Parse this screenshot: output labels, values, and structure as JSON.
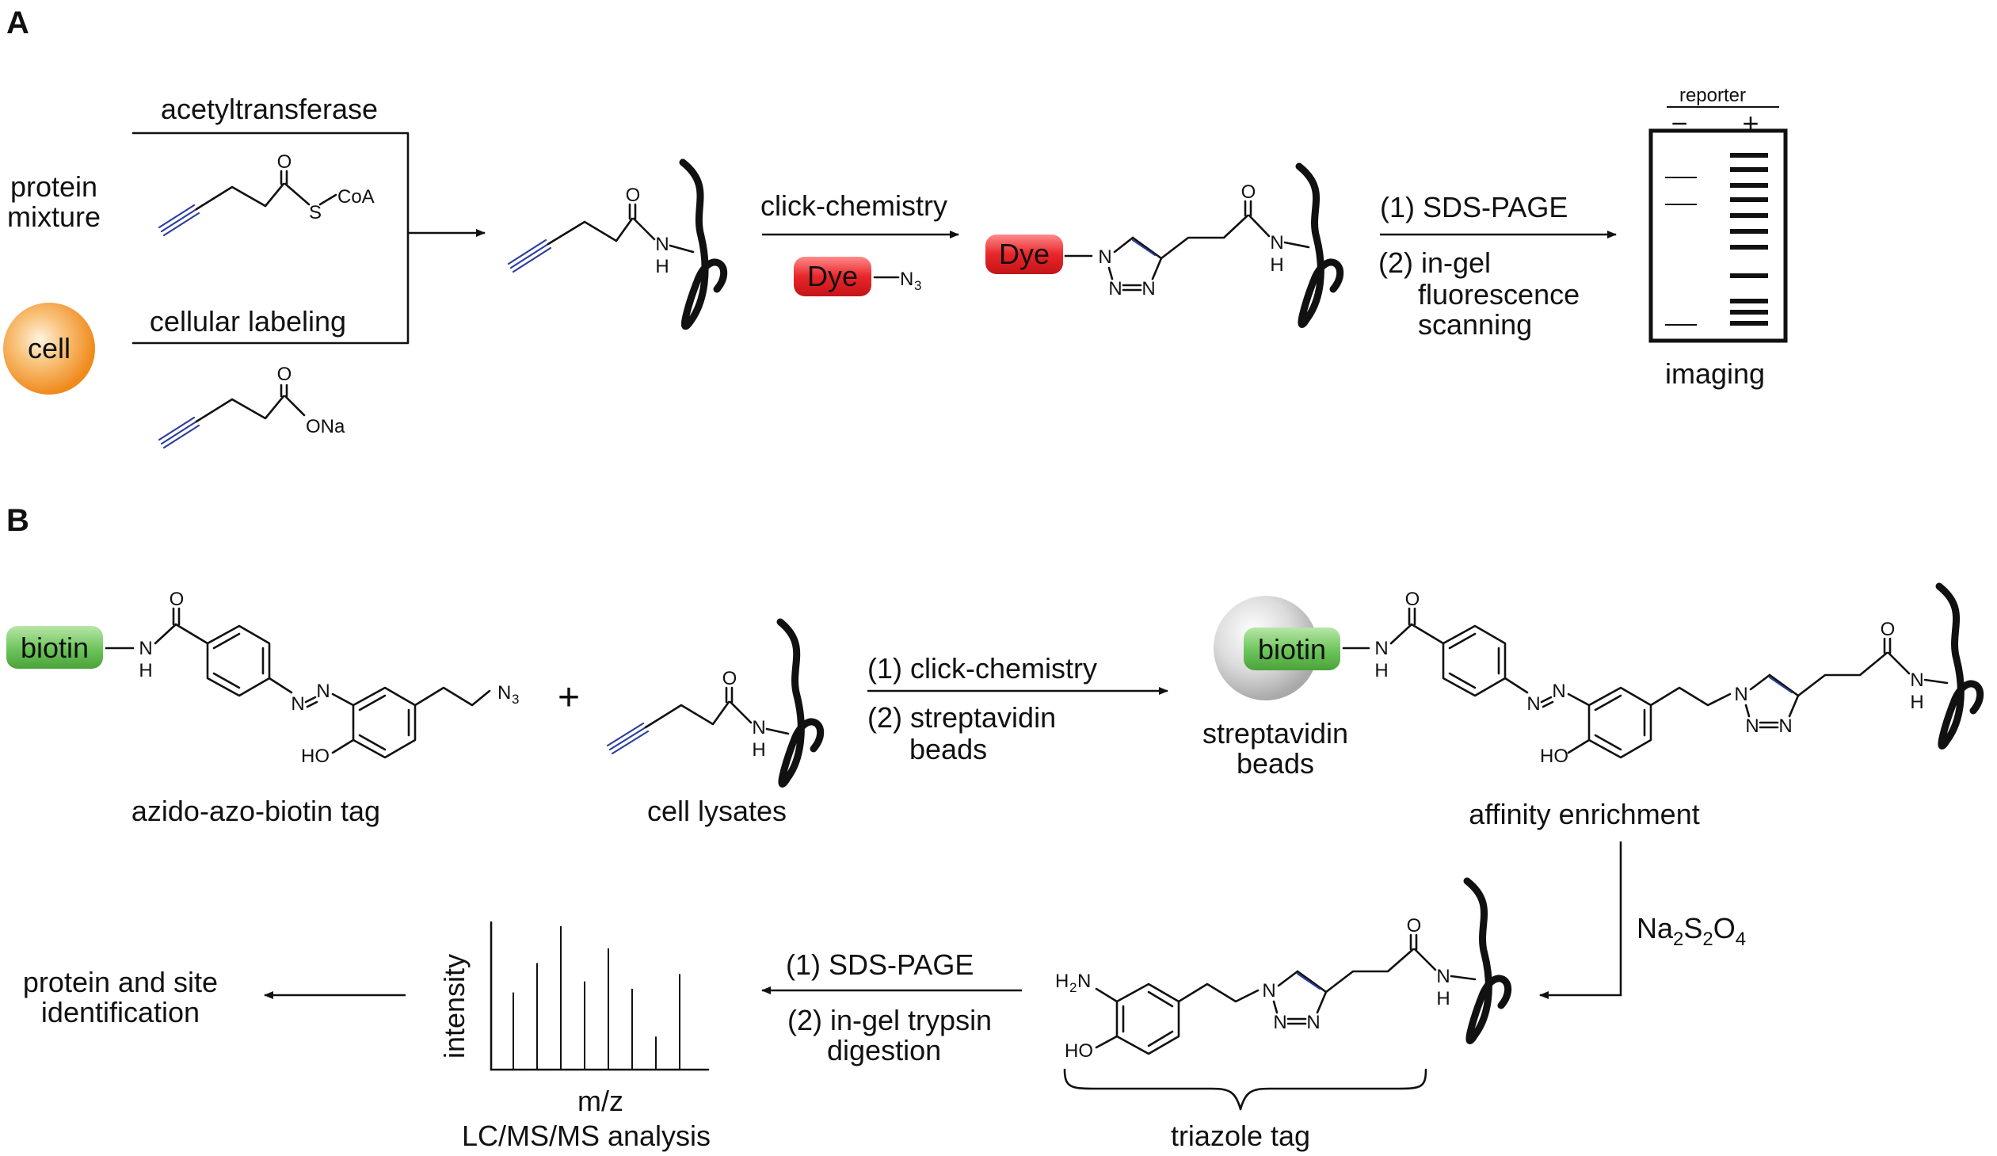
{
  "panel_a": {
    "label": "A",
    "protein_mixture": [
      "protein",
      "mixture"
    ],
    "cell": "cell",
    "acetyltransferase": "acetyltransferase",
    "cellular_labeling": "cellular labeling",
    "coa_atoms": {
      "o": "O",
      "s": "S",
      "coa": "CoA"
    },
    "ona_atoms": {
      "o": "O",
      "ona": "ONa"
    },
    "amide_atoms": {
      "o": "O",
      "n": "N",
      "h": "H"
    },
    "click_chemistry": "click-chemistry",
    "dye": "Dye",
    "n3": "N",
    "n3_sub": "3",
    "triazole_atoms": {
      "n1": "N",
      "n2": "N",
      "n3": "N",
      "o": "O",
      "n": "N",
      "h": "H"
    },
    "steps": [
      "(1) SDS-PAGE",
      "(2) in-gel",
      "fluorescence",
      "scanning"
    ],
    "gel": {
      "reporter": "reporter",
      "minus": "−",
      "plus": "+",
      "imaging": "imaging"
    }
  },
  "panel_b": {
    "label": "B",
    "biotin": "biotin",
    "tag_atoms": {
      "o": "O",
      "n": "N",
      "h": "H",
      "n_a": "N",
      "n_b": "N",
      "ho": "HO",
      "n3": "N",
      "n3_sub": "3"
    },
    "azido_azo_biotin_tag": "azido-azo-biotin tag",
    "plus": "+",
    "cell_lysates": "cell lysates",
    "lysate_atoms": {
      "o": "O",
      "n": "N",
      "h": "H"
    },
    "steps_top": [
      "(1) click-chemistry",
      "(2) streptavidin",
      "beads"
    ],
    "streptavidin_beads": [
      "streptavidin",
      "beads"
    ],
    "enriched_atoms": {
      "o": "O",
      "n": "N",
      "h": "H",
      "n_a": "N",
      "n_b": "N",
      "ho": "HO",
      "tn1": "N",
      "tn2": "N",
      "tn3": "N",
      "o2": "O",
      "n2": "N",
      "h2": "H"
    },
    "affinity_enrichment": "affinity enrichment",
    "reductant": {
      "a": "Na",
      "b": "2",
      "c": "S",
      "d": "2",
      "e": "O",
      "f": "4"
    },
    "triazole_tag_atoms": {
      "h2n": "H",
      "h2n_sub": "2",
      "h2n_n": "N",
      "ho": "HO",
      "tn1": "N",
      "tn2": "N",
      "tn3": "N",
      "o": "O",
      "n": "N",
      "h": "H"
    },
    "triazole_tag": "triazole tag",
    "steps_bottom": [
      "(1) SDS-PAGE",
      "(2) in-gel trypsin",
      "digestion"
    ],
    "spectrum": {
      "ylabel": "intensity",
      "xlabel": "m/z",
      "title": "LC/MS/MS analysis",
      "peaks": [
        0.42,
        0.58,
        0.78,
        0.48,
        0.66,
        0.44,
        0.18,
        0.52
      ]
    },
    "identification": [
      "protein and site",
      "identification"
    ]
  },
  "colors": {
    "dye_red": "#e8262a",
    "biotin_green": "#5cb84a",
    "cell_orange": "#f39a2e",
    "alkyne_blue": "#2c3e9e",
    "bead_gray": "#c8c8c8"
  }
}
